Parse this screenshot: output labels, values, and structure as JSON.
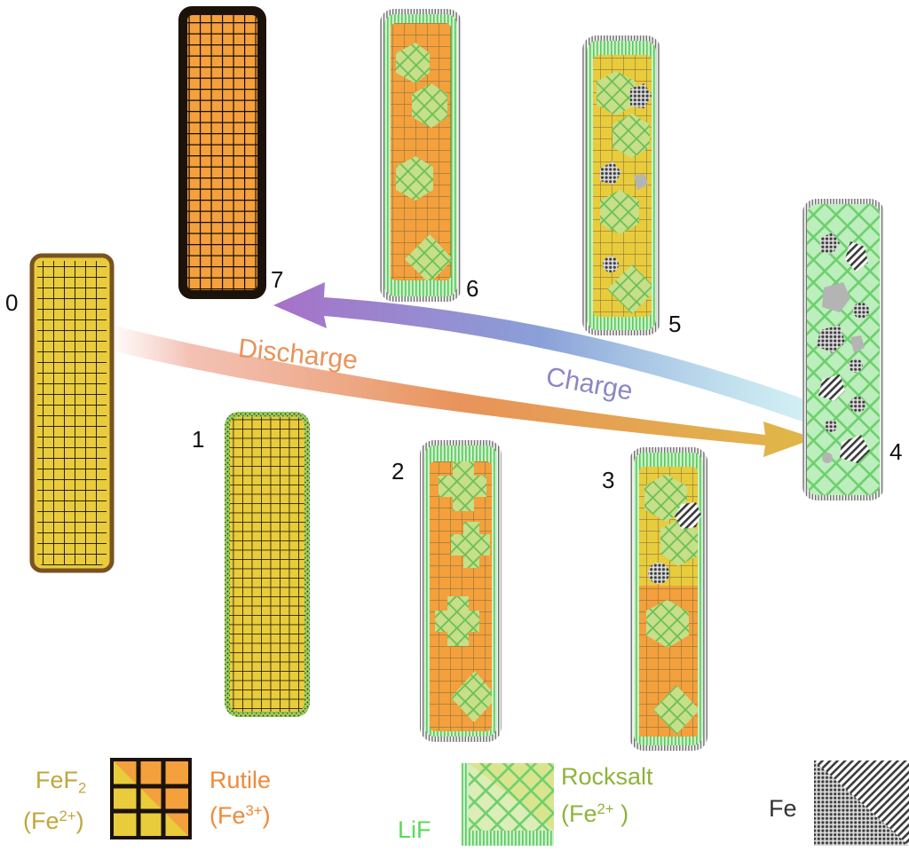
{
  "labels": {
    "discharge": "Discharge",
    "charge": "Charge",
    "states": [
      "0",
      "1",
      "2",
      "3",
      "4",
      "5",
      "6",
      "7"
    ]
  },
  "legend": {
    "fef2_main": "FeF",
    "fef2_sub": "2",
    "fe2_open": "(Fe",
    "fe2_sup": "2+",
    "fe2_close": ")",
    "rutile": "Rutile",
    "fe3_open": "(Fe",
    "fe3_sup": "3+",
    "fe3_close": ")",
    "rocksalt": "Rocksalt",
    "rs_open": "(Fe",
    "rs_sup": "2+",
    "rs_close": " )",
    "lif": "LiF",
    "fe": "Fe"
  },
  "colors": {
    "fef2": "#e8cc3c",
    "rutile": "#f4a03c",
    "lif": "#a6eaa6",
    "rocksalt": "#c6df88",
    "fe": "#6a6a6a",
    "grid": "#2e2410",
    "discharge_text": "#e8935a",
    "charge_text": "#8c86c4",
    "legend_fef2_text": "#c0a73c",
    "legend_rutile_text": "#ee8a3a",
    "legend_rocksalt_text": "#8fb33a",
    "legend_lif_text": "#5cd85c",
    "legend_fe_text": "#333333"
  }
}
